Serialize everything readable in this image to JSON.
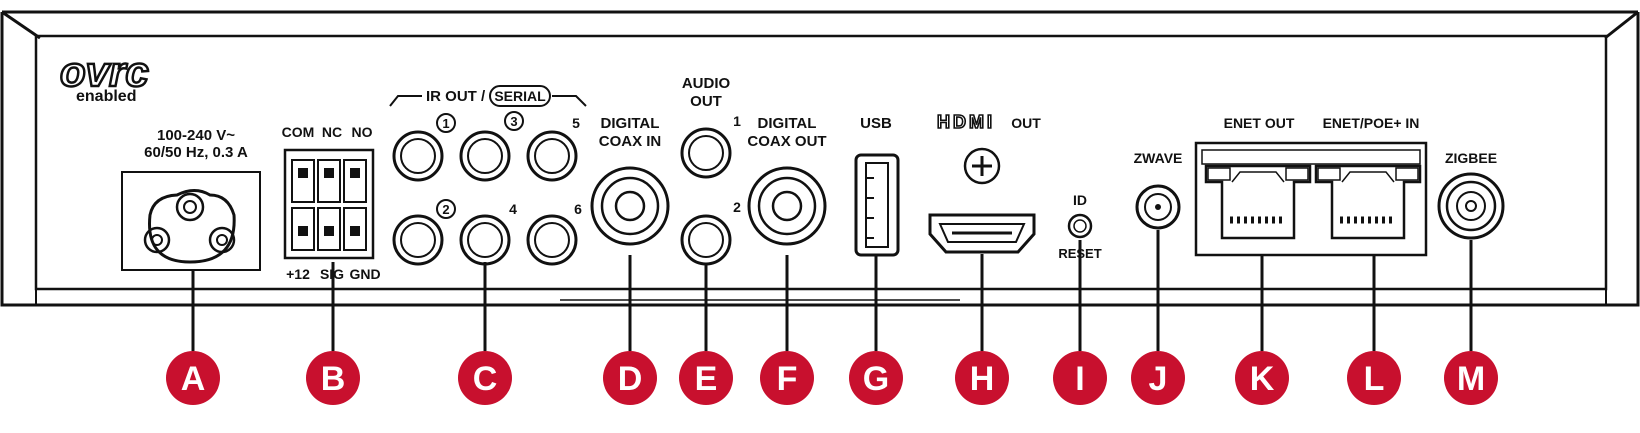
{
  "logo": {
    "text": "ovrc",
    "sub": "enabled"
  },
  "power_rating": {
    "line1": "100-240 V~",
    "line2": "60/50 Hz, 0.3 A"
  },
  "relay_labels": {
    "top": [
      "COM",
      "NC",
      "NO"
    ],
    "bottom": [
      "+12",
      "SIG",
      "GND"
    ]
  },
  "ir_serial": {
    "ir_out": "IR OUT /",
    "serial": "SERIAL",
    "ports_top": [
      "1",
      "3",
      "5"
    ],
    "ports_bottom": [
      "2",
      "4",
      "6"
    ]
  },
  "digital_coax_in": {
    "line1": "DIGITAL",
    "line2": "COAX IN"
  },
  "audio_out": {
    "line1": "AUDIO",
    "line2": "OUT",
    "port1": "1",
    "port2": "2"
  },
  "digital_coax_out": {
    "line1": "DIGITAL",
    "line2": "COAX OUT"
  },
  "usb": "USB",
  "hdmi": {
    "logo": "HDMI",
    "out": "OUT"
  },
  "id_reset": {
    "id": "ID",
    "reset": "RESET"
  },
  "zwave": "ZWAVE",
  "enet_out": "ENET OUT",
  "enet_poe_in": "ENET/POE+ IN",
  "zigbee": "ZIGBEE",
  "callouts": [
    "A",
    "B",
    "C",
    "D",
    "E",
    "F",
    "G",
    "H",
    "I",
    "J",
    "K",
    "L",
    "M"
  ],
  "colors": {
    "callout": "#c8102e",
    "line": "#111111",
    "panel": "#ffffff"
  }
}
